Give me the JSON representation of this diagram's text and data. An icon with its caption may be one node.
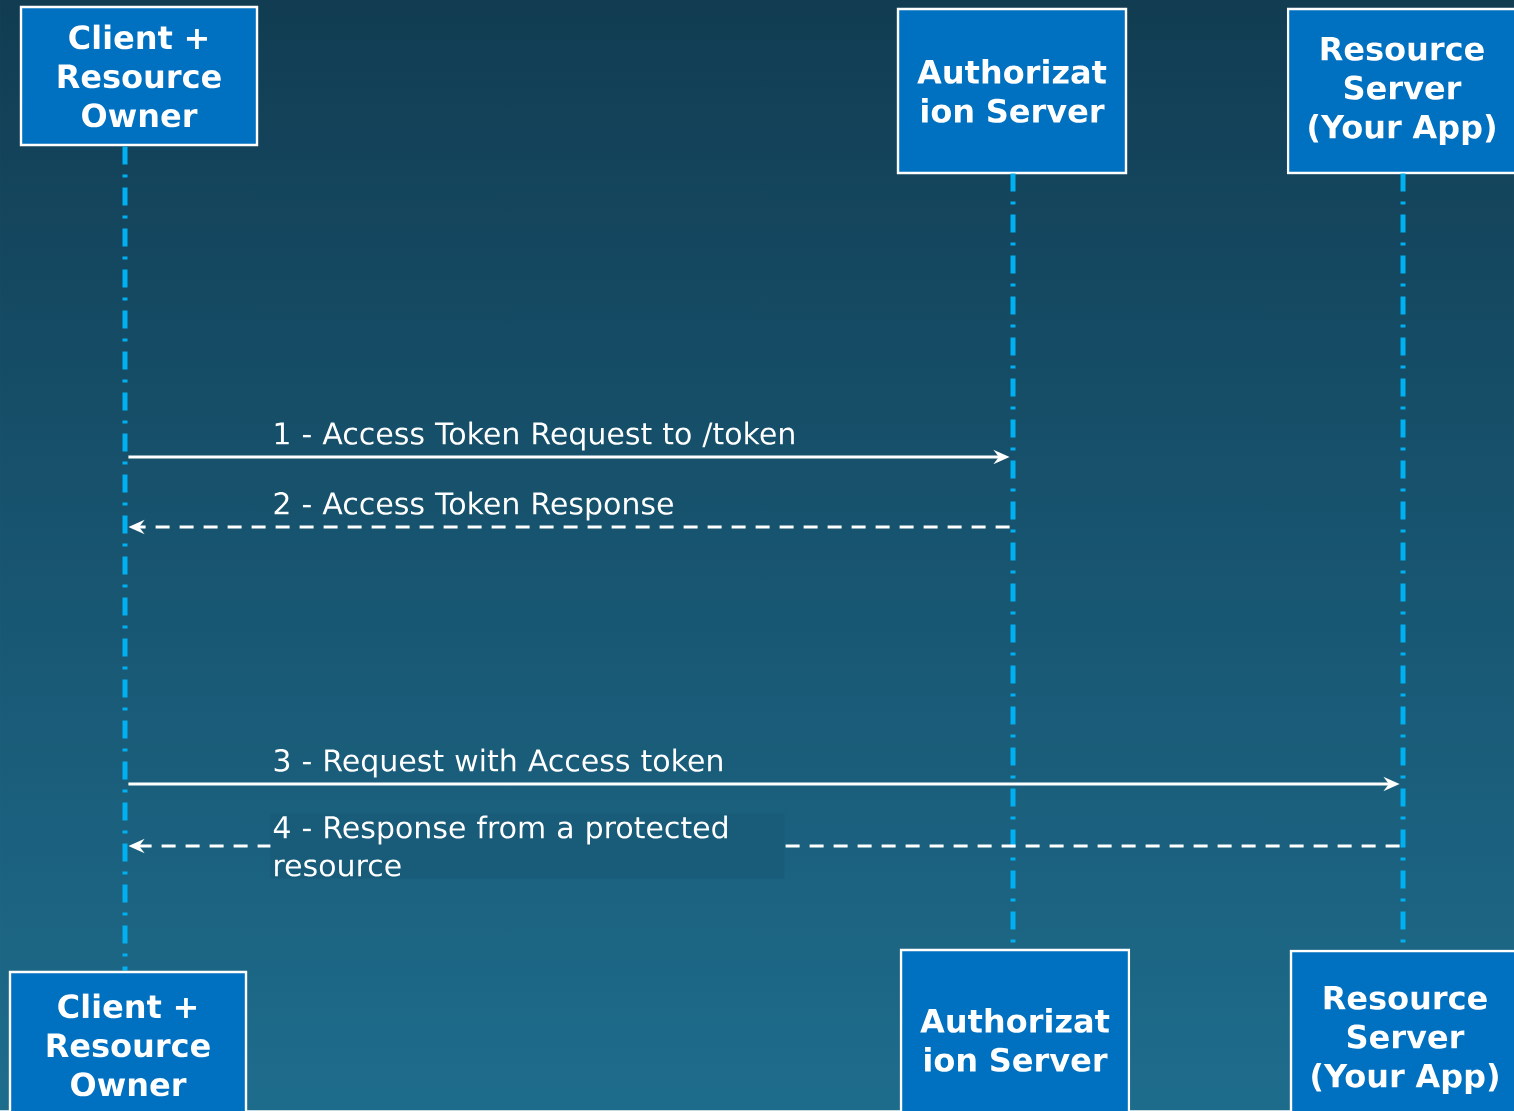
{
  "diagram": {
    "nodes": [
      {
        "text": [
          "Client + Resource Owner"
        ]
      },
      {
        "text": [
          "Authorizat ion Server"
        ]
      },
      {
        "text": [
          "Resource Server (Your App)"
        ]
      },
      {
        "text": [],
        "shape": "bar"
      },
      {
        "text": [],
        "shape": "bar"
      },
      {
        "text": [],
        "shape": "bar"
      },
      {
        "text": [
          "Client + Resource Owner"
        ]
      },
      {
        "text": [
          "Authorizat ion Server"
        ]
      },
      {
        "text": [
          "Resource Server (Your App)"
        ]
      }
    ],
    "edges": [
      {
        "from": 3,
        "to": 4,
        "arrow": "to",
        "label": "1 - Access Token Request to /token"
      },
      {
        "from": 4,
        "to": 3,
        "arrow": "to",
        "style": "dashed",
        "label": "2 - Access Token Response"
      },
      {
        "from": 3,
        "to": 5,
        "arrow": "to",
        "label": "3 - Request with Access token"
      },
      {
        "from": 5,
        "to": 3,
        "arrow": "to",
        "style": "dashed",
        "label": "4 - Response from a protected resource"
      }
    ]
  }
}
